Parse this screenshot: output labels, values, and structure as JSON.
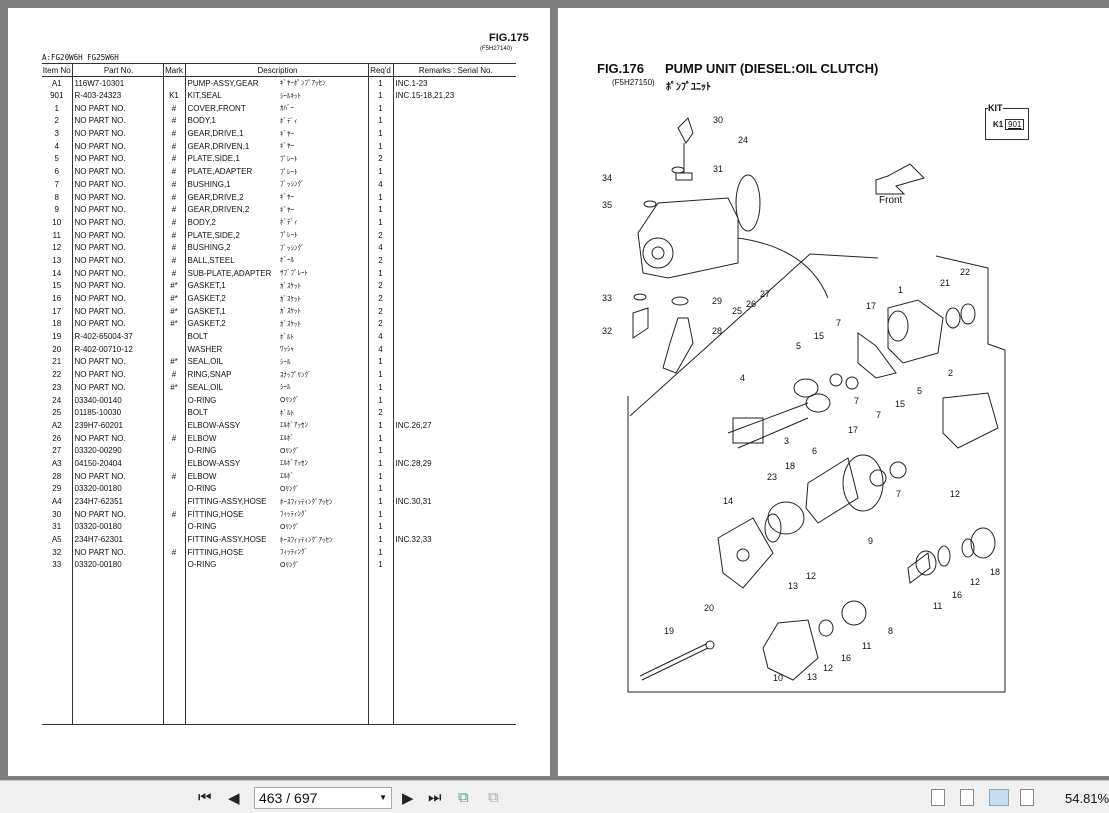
{
  "left_page": {
    "fig": "FIG.175",
    "code": "(F5H27140)",
    "model": "A:FG20W6H FG25W6H",
    "headers": [
      "Item No",
      "Part No.",
      "Mark",
      "Description",
      "Req'd",
      "Remarks : Serial No."
    ],
    "rows": [
      [
        "A1",
        "116W7-10301",
        "",
        "PUMP-ASSY,GEAR",
        "ｷﾞﾔｰﾎﾟﾝﾌﾟｱｯｾﾝ",
        "1",
        "INC.1-23"
      ],
      [
        "901",
        "R-403-24323",
        "K1",
        "KIT,SEAL",
        "ｼｰﾙｷｯﾄ",
        "1",
        "INC.15-18,21,23"
      ],
      [
        "1",
        "NO PART NO.",
        "#",
        "COVER,FRONT",
        "ｶﾊﾞｰ",
        "1",
        ""
      ],
      [
        "2",
        "NO PART NO.",
        "#",
        "BODY,1",
        "ﾎﾞﾃﾞｨ",
        "1",
        ""
      ],
      [
        "3",
        "NO PART NO.",
        "#",
        "GEAR,DRIVE,1",
        "ｷﾞﾔｰ",
        "1",
        ""
      ],
      [
        "4",
        "NO PART NO.",
        "#",
        "GEAR,DRIVEN,1",
        "ｷﾞﾔｰ",
        "1",
        ""
      ],
      [
        "5",
        "NO PART NO.",
        "#",
        "PLATE,SIDE,1",
        "ﾌﾟﾚｰﾄ",
        "2",
        ""
      ],
      [
        "6",
        "NO PART NO.",
        "#",
        "PLATE,ADAPTER",
        "ﾌﾟﾚｰﾄ",
        "1",
        ""
      ],
      [
        "7",
        "NO PART NO.",
        "#",
        "BUSHING,1",
        "ﾌﾞｯｼﾝｸﾞ",
        "4",
        ""
      ],
      [
        "8",
        "NO PART NO.",
        "#",
        "GEAR,DRIVE,2",
        "ｷﾞﾔｰ",
        "1",
        ""
      ],
      [
        "9",
        "NO PART NO.",
        "#",
        "GEAR,DRIVEN,2",
        "ｷﾞﾔｰ",
        "1",
        ""
      ],
      [
        "10",
        "NO PART NO.",
        "#",
        "BODY,2",
        "ﾎﾞﾃﾞｨ",
        "1",
        ""
      ],
      [
        "11",
        "NO PART NO.",
        "#",
        "PLATE,SIDE,2",
        "ﾌﾟﾚｰﾄ",
        "2",
        ""
      ],
      [
        "12",
        "NO PART NO.",
        "#",
        "BUSHING,2",
        "ﾌﾞｯｼﾝｸﾞ",
        "4",
        ""
      ],
      [
        "13",
        "NO PART NO.",
        "#",
        "BALL,STEEL",
        "ﾎﾞｰﾙ",
        "2",
        ""
      ],
      [
        "14",
        "NO PART NO.",
        "#",
        "SUB-PLATE,ADAPTER",
        "ｻﾌﾞﾌﾟﾚｰﾄ",
        "1",
        ""
      ],
      [
        "15",
        "NO PART NO.",
        "#*",
        "GASKET,1",
        "ｶﾞｽｹｯﾄ",
        "2",
        ""
      ],
      [
        "16",
        "NO PART NO.",
        "#*",
        "GASKET,2",
        "ｶﾞｽｹｯﾄ",
        "2",
        ""
      ],
      [
        "17",
        "NO PART NO.",
        "#*",
        "GASKET,1",
        "ｶﾞｽｹｯﾄ",
        "2",
        ""
      ],
      [
        "18",
        "NO PART NO.",
        "#*",
        "GASKET,2",
        "ｶﾞｽｹｯﾄ",
        "2",
        ""
      ],
      [
        "19",
        "R-402-65004-37",
        "",
        "BOLT",
        "ﾎﾞﾙﾄ",
        "4",
        ""
      ],
      [
        "20",
        "R-402-00710-12",
        "",
        "WASHER",
        "ﾜｯｼｬ",
        "4",
        ""
      ],
      [
        "21",
        "NO PART NO.",
        "#*",
        "SEAL,OIL",
        "ｼｰﾙ",
        "1",
        ""
      ],
      [
        "22",
        "NO PART NO.",
        "#",
        "RING,SNAP",
        "ｽﾅｯﾌﾟﾘﾝｸﾞ",
        "1",
        ""
      ],
      [
        "23",
        "NO PART NO.",
        "#*",
        "SEAL,OIL",
        "ｼｰﾙ",
        "1",
        ""
      ],
      [
        "24",
        "03340-00140",
        "",
        "O-RING",
        "Oﾘﾝｸﾞ",
        "1",
        ""
      ],
      [
        "25",
        "01185-10030",
        "",
        "BOLT",
        "ﾎﾞﾙﾄ",
        "2",
        ""
      ],
      [
        "A2",
        "239H7-60201",
        "",
        "ELBOW-ASSY",
        "ｴﾙﾎﾞｱｯｾﾝ",
        "1",
        "INC.26,27"
      ],
      [
        "26",
        "NO PART NO.",
        "#",
        "ELBOW",
        "ｴﾙﾎﾞ",
        "1",
        ""
      ],
      [
        "27",
        "03320-00290",
        "",
        "O-RING",
        "Oﾘﾝｸﾞ",
        "1",
        ""
      ],
      [
        "A3",
        "04150-20404",
        "",
        "ELBOW-ASSY",
        "ｴﾙﾎﾞｱｯｾﾝ",
        "1",
        "INC.28,29"
      ],
      [
        "28",
        "NO PART NO.",
        "#",
        "ELBOW",
        "ｴﾙﾎﾞ",
        "1",
        ""
      ],
      [
        "29",
        "03320-00180",
        "",
        "O-RING",
        "Oﾘﾝｸﾞ",
        "1",
        ""
      ],
      [
        "A4",
        "234H7-62351",
        "",
        "FITTING-ASSY,HOSE",
        "ﾎｰｽﾌｨｯﾃｨﾝｸﾞｱｯｾﾝ",
        "1",
        "INC.30,31"
      ],
      [
        "30",
        "NO PART NO.",
        "#",
        "FITTING,HOSE",
        "ﾌｨｯﾃｨﾝｸﾞ",
        "1",
        ""
      ],
      [
        "31",
        "03320-00180",
        "",
        "O-RING",
        "Oﾘﾝｸﾞ",
        "1",
        ""
      ],
      [
        "A5",
        "234H7-62301",
        "",
        "FITTING-ASSY,HOSE",
        "ﾎｰｽﾌｨｯﾃｨﾝｸﾞｱｯｾﾝ",
        "1",
        "INC.32,33"
      ],
      [
        "32",
        "NO PART NO.",
        "#",
        "FITTING,HOSE",
        "ﾌｨｯﾃｨﾝｸﾞ",
        "1",
        ""
      ],
      [
        "33",
        "03320-00180",
        "",
        "O-RING",
        "Oﾘﾝｸﾞ",
        "1",
        ""
      ]
    ]
  },
  "right_page": {
    "fig": "FIG.176",
    "title": "PUMP UNIT (DIESEL:OIL CLUTCH)",
    "code": "(F5H27150)",
    "title_jp": "ﾎﾟﾝﾌﾟﾕﾆｯﾄ",
    "kit_label": "KIT",
    "kit_mark": "K1",
    "kit_item": "901",
    "front_label": "Front",
    "callouts": [
      "30",
      "31",
      "24",
      "34",
      "35",
      "33",
      "29",
      "32",
      "28",
      "25",
      "26",
      "27",
      "22",
      "21",
      "1",
      "17",
      "7",
      "15",
      "5",
      "4",
      "2",
      "3",
      "7",
      "6",
      "17",
      "7",
      "15",
      "5",
      "18",
      "23",
      "7",
      "14",
      "12",
      "9",
      "13",
      "12",
      "20",
      "19",
      "16",
      "11",
      "8",
      "11",
      "16",
      "12",
      "18",
      "12",
      "10",
      "13"
    ]
  },
  "toolbar": {
    "page": "463 / 697",
    "zoom": "54.81%"
  }
}
